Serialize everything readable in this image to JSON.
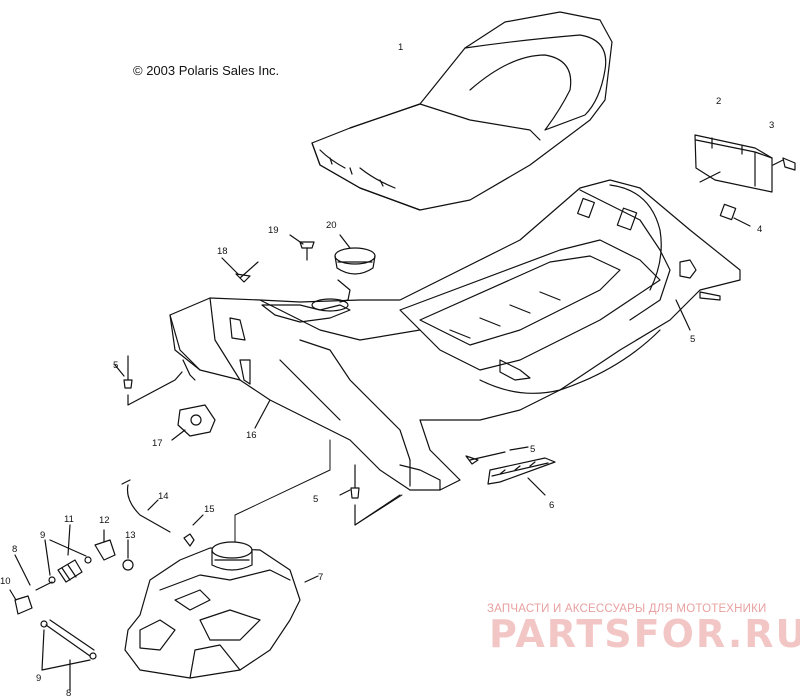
{
  "copyright": "© 2003 Polaris Sales Inc.",
  "watermark": {
    "tagline": "ЗАПЧАСТИ И АКСЕССУАРЫ ДЛЯ МОТОТЕХНИКИ",
    "logo": "PARTSFOR.RU",
    "color": "#e8a0a0"
  },
  "callouts": {
    "c1": "1",
    "c2": "2",
    "c3": "3",
    "c4": "4",
    "c5a": "5",
    "c5b": "5",
    "c5c": "5",
    "c5d": "5",
    "c6": "6",
    "c7": "7",
    "c8a": "8",
    "c8b": "8",
    "c9a": "9",
    "c9b": "9",
    "c10": "10",
    "c11": "11",
    "c12": "12",
    "c13": "13",
    "c14": "14",
    "c15": "15",
    "c16": "16",
    "c17": "17",
    "c18": "18",
    "c19": "19",
    "c20": "20"
  }
}
